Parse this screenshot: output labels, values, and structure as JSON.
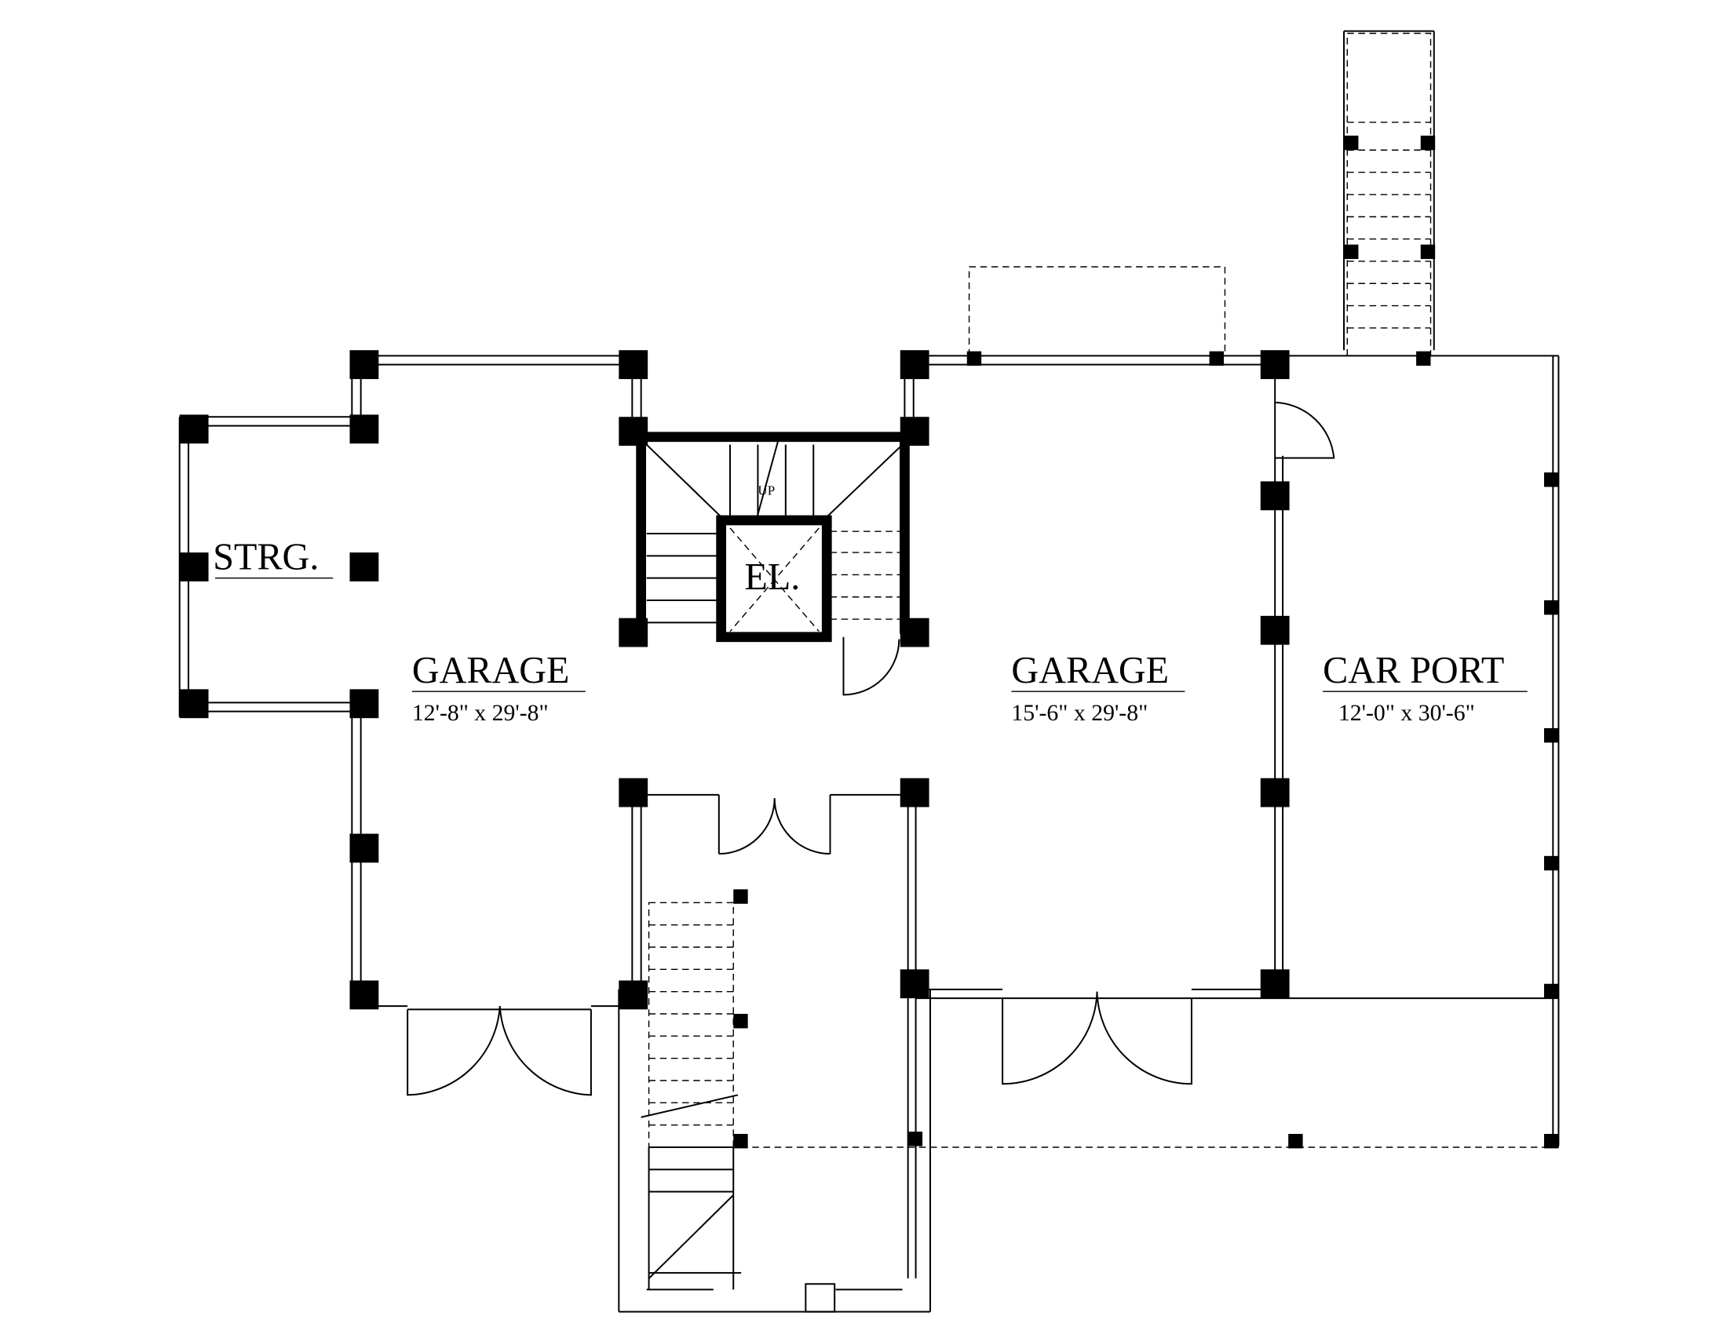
{
  "rooms": {
    "storage": {
      "name": "STRG."
    },
    "garage_left": {
      "name": "GARAGE",
      "size": "12'-8\" x 29'-8\""
    },
    "elevator": {
      "name": "EL."
    },
    "garage_right": {
      "name": "GARAGE",
      "size": "15'-6\" x 29'-8\""
    },
    "carport": {
      "name": "CAR PORT",
      "size": "12'-0\" x 30'-6\""
    }
  },
  "stair_up_marker": "UP"
}
